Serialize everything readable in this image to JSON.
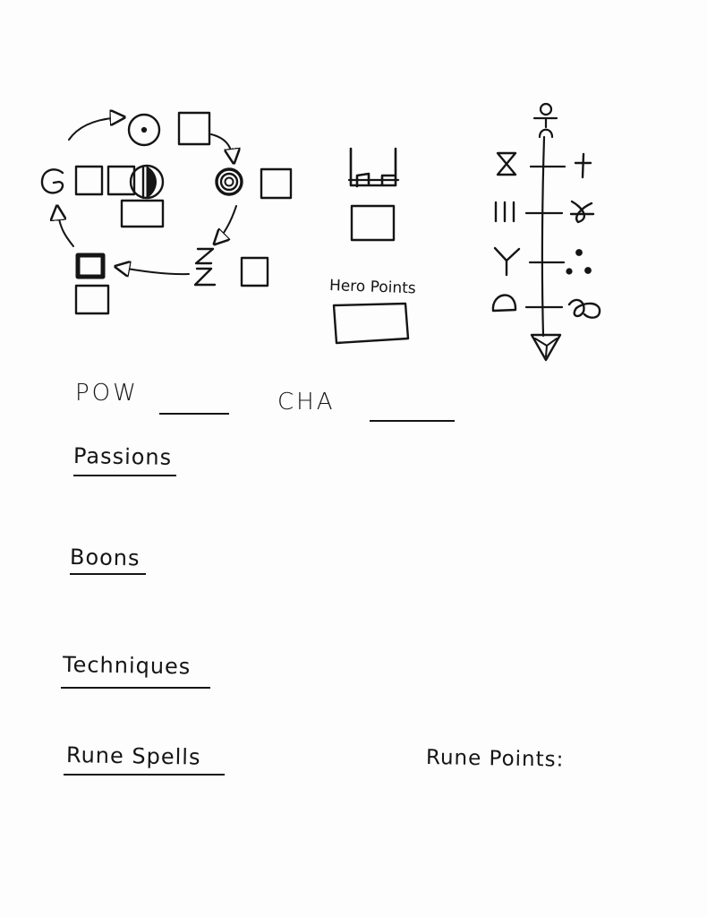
{
  "hero_points": {
    "label": "Hero Points"
  },
  "stats": [
    {
      "label": "POW"
    },
    {
      "label": "CHA"
    }
  ],
  "sections": [
    {
      "label": "Passions"
    },
    {
      "label": "Boons"
    },
    {
      "label": "Techniques"
    },
    {
      "label": "Rune Spells"
    }
  ],
  "rune_points": {
    "label": "Rune Points:"
  },
  "icons": {
    "element_cycle": [
      "moon-full-rune",
      "fire-sky-rune",
      "darkness-rune",
      "water-rune",
      "earth-rune",
      "air-rune",
      "moon-half-rune"
    ],
    "pillar": [
      "man-rune",
      "truth-rune",
      "death-rune",
      "stasis-rune",
      "disorder-rune",
      "harmony-rune",
      "movement-rune",
      "fertility-rune",
      "beast-rune",
      "chaos-rune"
    ]
  },
  "colors": {
    "ink": "#151515",
    "paper": "#fdfdfd"
  }
}
